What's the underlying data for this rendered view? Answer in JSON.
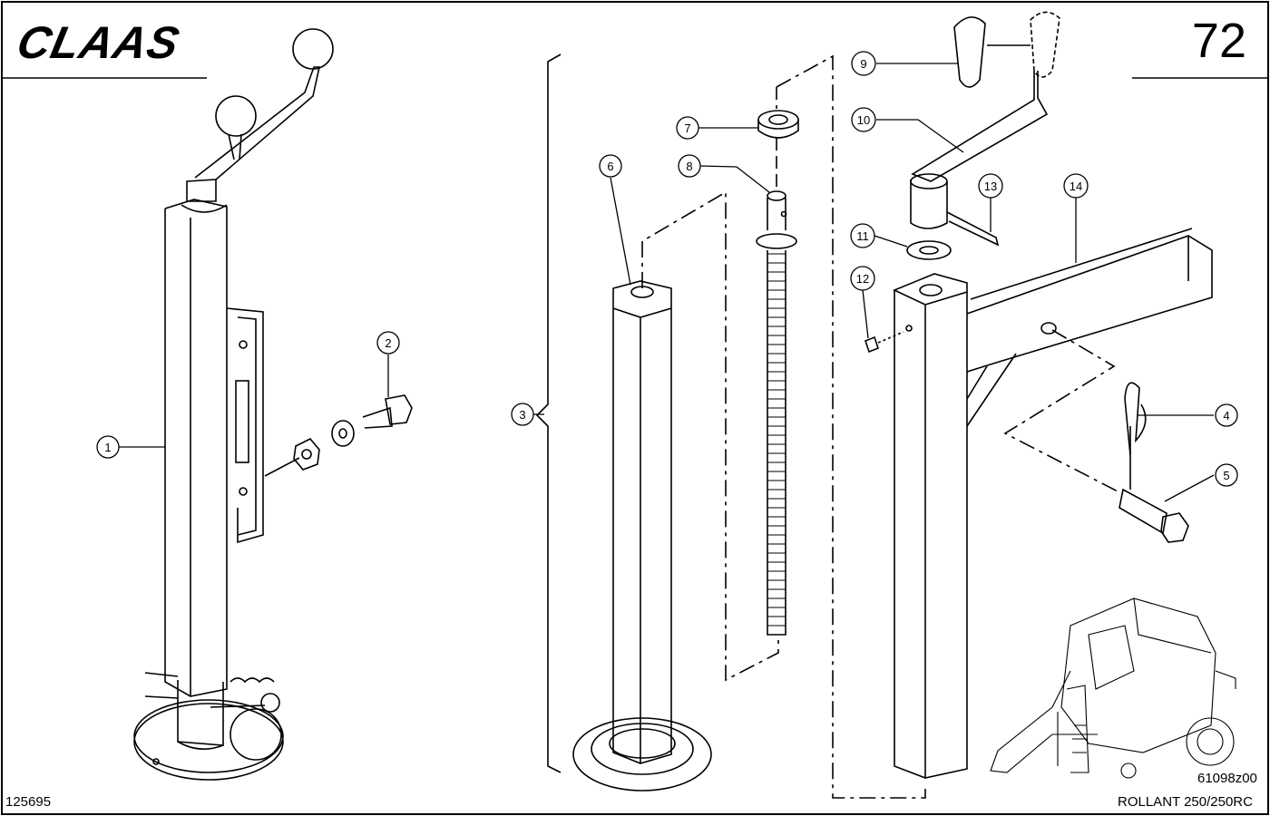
{
  "header": {
    "brand": "CLAAS",
    "page_number": "72"
  },
  "footer": {
    "left_code": "125695",
    "right_code": "61098z00",
    "model": "ROLLANT 250/250RC"
  },
  "callouts": [
    "1",
    "2",
    "3",
    "4",
    "5",
    "6",
    "7",
    "8",
    "9",
    "10",
    "11",
    "12",
    "13",
    "14"
  ],
  "colors": {
    "line": "#000000",
    "background": "#ffffff"
  }
}
